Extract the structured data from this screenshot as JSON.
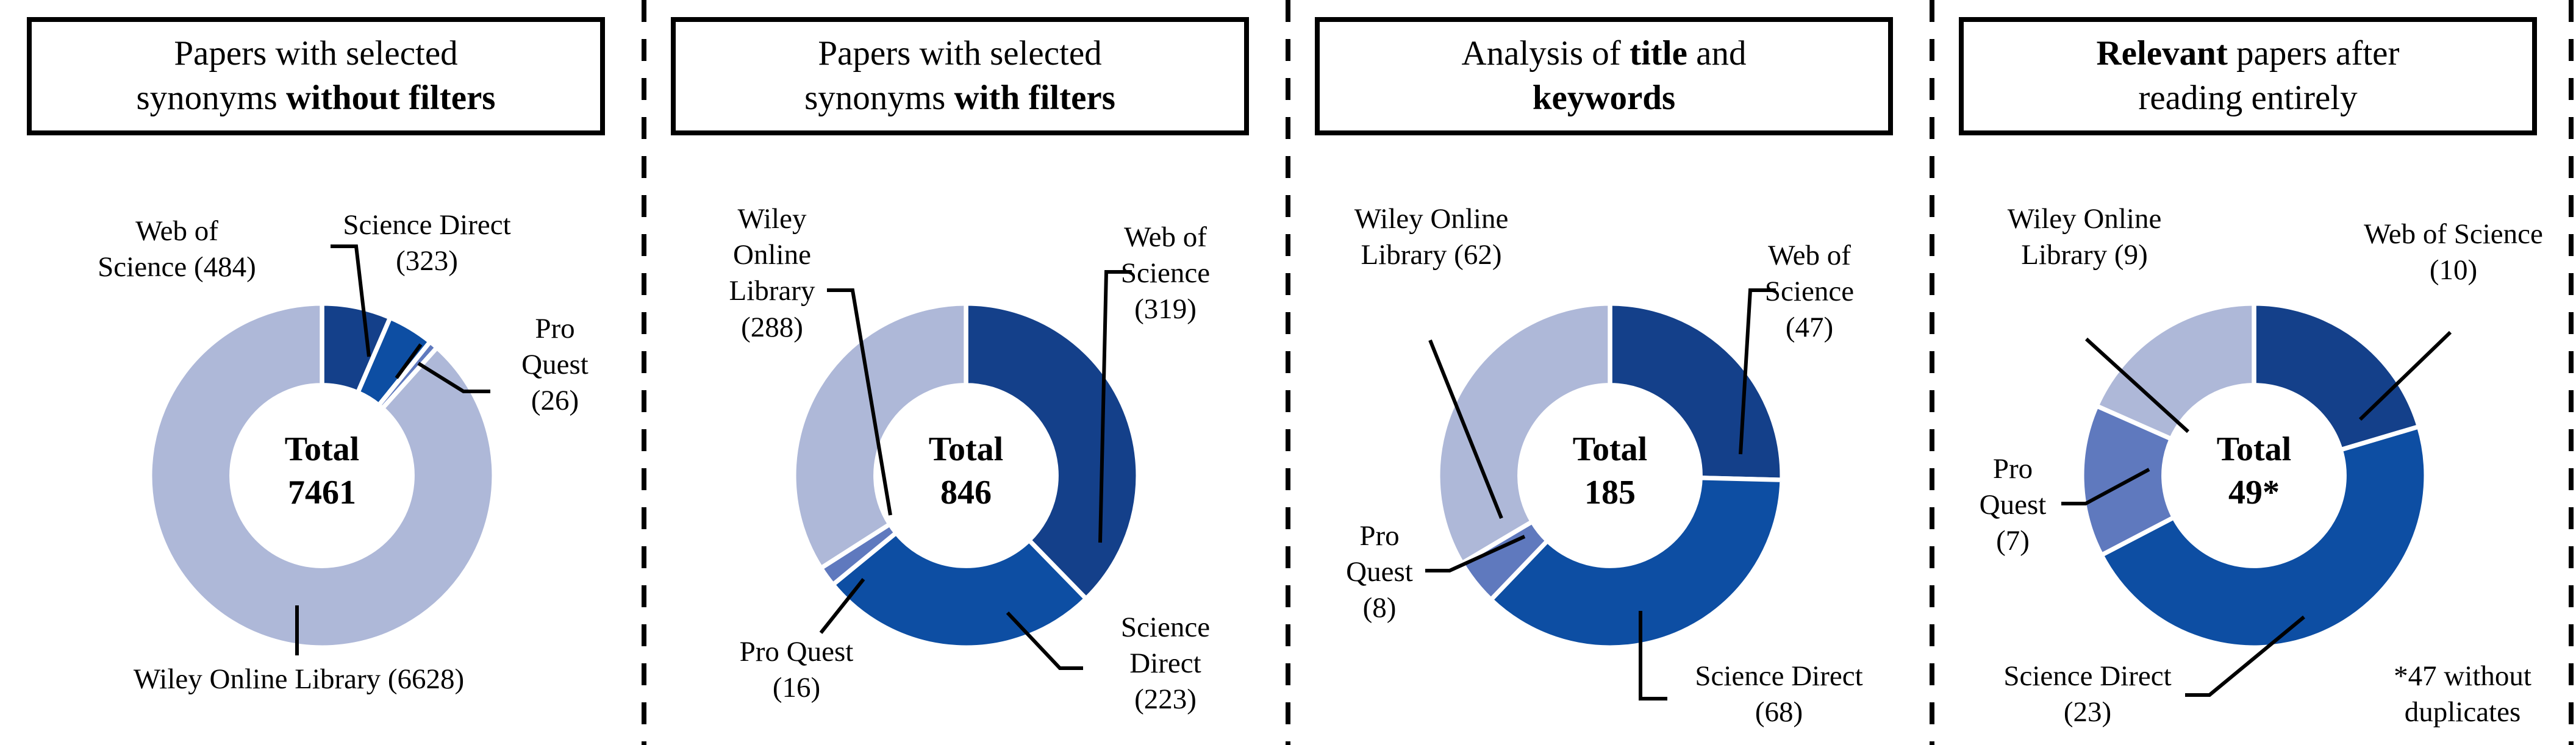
{
  "colors": {
    "web_of_science": "#14408A",
    "science_direct": "#0D4EA3",
    "pro_quest": "#5F79BE",
    "wiley_online_library": "#AEB8D8",
    "leader_line": "#000000",
    "border": "#000000",
    "background": "#FFFFFF"
  },
  "chart_data": [
    {
      "type": "pie",
      "subtype": "donut",
      "title": "Papers with selected synonyms without filters",
      "title_segments": [
        {
          "text": "Papers with selected\nsynonyms ",
          "bold": false
        },
        {
          "text": "without filters",
          "bold": true
        }
      ],
      "center_label": "Total",
      "center_value": "7461",
      "total": 7461,
      "legend_position": "callout-labels",
      "slices": [
        {
          "key": "web_of_science",
          "name": "Web of Science",
          "value": 484
        },
        {
          "key": "science_direct",
          "name": "Science Direct",
          "value": 323
        },
        {
          "key": "pro_quest",
          "name": "Pro Quest",
          "value": 26
        },
        {
          "key": "wiley_online_library",
          "name": "Wiley Online Library",
          "value": 6628
        }
      ],
      "labels": {
        "web_of_science": "Web of\nScience (484)",
        "science_direct": "Science Direct\n(323)",
        "pro_quest": "Pro\nQuest\n(26)",
        "wiley_online_library": "Wiley Online Library (6628)"
      }
    },
    {
      "type": "pie",
      "subtype": "donut",
      "title": "Papers with selected synonyms with filters",
      "title_segments": [
        {
          "text": "Papers with selected\nsynonyms ",
          "bold": false
        },
        {
          "text": "with filters",
          "bold": true
        }
      ],
      "center_label": "Total",
      "center_value": "846",
      "total": 846,
      "legend_position": "callout-labels",
      "slices": [
        {
          "key": "web_of_science",
          "name": "Web of Science",
          "value": 319
        },
        {
          "key": "science_direct",
          "name": "Science Direct",
          "value": 223
        },
        {
          "key": "pro_quest",
          "name": "Pro Quest",
          "value": 16
        },
        {
          "key": "wiley_online_library",
          "name": "Wiley Online Library",
          "value": 288
        }
      ],
      "labels": {
        "web_of_science": "Web of\nScience\n(319)",
        "science_direct": "Science\nDirect\n(223)",
        "pro_quest": "Pro Quest\n(16)",
        "wiley_online_library": "Wiley\nOnline\nLibrary\n(288)"
      }
    },
    {
      "type": "pie",
      "subtype": "donut",
      "title": "Analysis of title and keywords",
      "title_segments": [
        {
          "text": "Analysis of ",
          "bold": false
        },
        {
          "text": "title",
          "bold": true
        },
        {
          "text": " and\n",
          "bold": false
        },
        {
          "text": "keywords",
          "bold": true
        }
      ],
      "center_label": "Total",
      "center_value": "185",
      "total": 185,
      "legend_position": "callout-labels",
      "slices": [
        {
          "key": "web_of_science",
          "name": "Web of Science",
          "value": 47
        },
        {
          "key": "science_direct",
          "name": "Science Direct",
          "value": 68
        },
        {
          "key": "pro_quest",
          "name": "Pro Quest",
          "value": 8
        },
        {
          "key": "wiley_online_library",
          "name": "Wiley Online Library",
          "value": 62
        }
      ],
      "labels": {
        "web_of_science": "Web of\nScience\n(47)",
        "science_direct": "Science Direct\n(68)",
        "pro_quest": "Pro\nQuest\n(8)",
        "wiley_online_library": "Wiley Online\nLibrary (62)"
      }
    },
    {
      "type": "pie",
      "subtype": "donut",
      "title": "Relevant papers after reading entirely",
      "title_segments": [
        {
          "text": "Relevant",
          "bold": true
        },
        {
          "text": " papers after\nreading entirely",
          "bold": false
        }
      ],
      "center_label": "Total",
      "center_value": "49*",
      "total": 49,
      "legend_position": "callout-labels",
      "note": "*47 without\nduplicates",
      "slices": [
        {
          "key": "web_of_science",
          "name": "Web of Science",
          "value": 10
        },
        {
          "key": "science_direct",
          "name": "Science Direct",
          "value": 23
        },
        {
          "key": "pro_quest",
          "name": "Pro Quest",
          "value": 7
        },
        {
          "key": "wiley_online_library",
          "name": "Wiley Online Library",
          "value": 9
        }
      ],
      "labels": {
        "web_of_science": "Web of Science\n(10)",
        "science_direct": "Science Direct\n(23)",
        "pro_quest": "Pro\nQuest\n(7)",
        "wiley_online_library": "Wiley Online\nLibrary (9)"
      }
    }
  ]
}
